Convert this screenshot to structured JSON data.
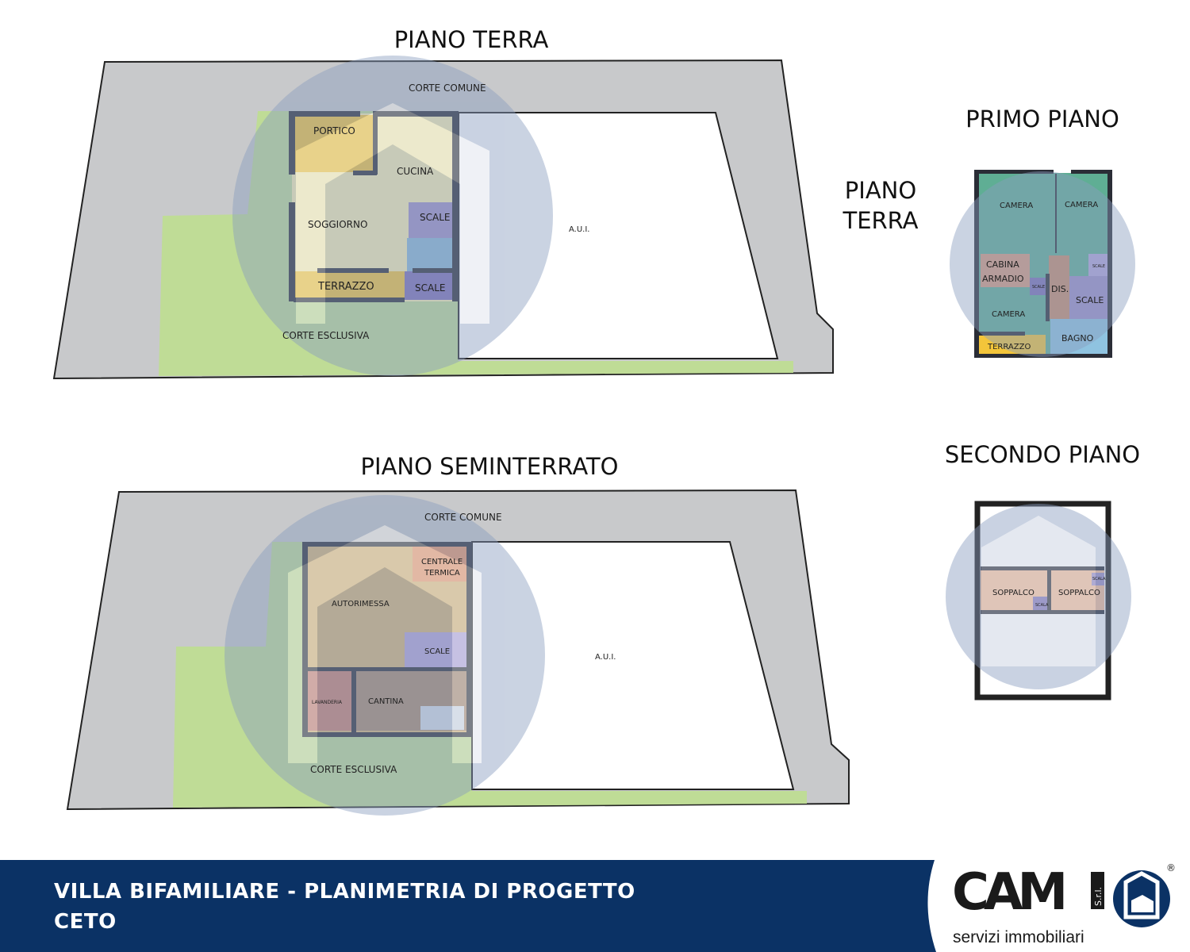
{
  "titles": {
    "piano_terra": "PIANO TERRA",
    "primo_piano": "PRIMO PIANO",
    "piano_terra_side_1": "PIANO",
    "piano_terra_side_2": "TERRA",
    "piano_seminterrato": "PIANO SEMINTERRATO",
    "secondo_piano": "SECONDO PIANO"
  },
  "piano_terra": {
    "corte_comune": "CORTE COMUNE",
    "corte_esclusiva": "CORTE ESCLUSIVA",
    "aui": "A.U.I.",
    "rooms": [
      "PORTICO",
      "CUCINA",
      "SOGGIORNO",
      "SCALE",
      "TERRAZZO",
      "SCALE"
    ]
  },
  "primo_piano": {
    "rooms": [
      "CAMERA",
      "CAMERA",
      "CABINA",
      "ARMADIO",
      "SCALE",
      "DIS.",
      "SCALE",
      "SCALE",
      "CAMERA",
      "TERRAZZO",
      "BAGNO"
    ]
  },
  "piano_seminterrato": {
    "corte_comune": "CORTE COMUNE",
    "corte_esclusiva": "CORTE ESCLUSIVA",
    "aui": "A.U.I.",
    "rooms": [
      "CENTRALE",
      "TERMICA",
      "AUTORIMESSA",
      "SCALE",
      "LAVANDERIA",
      "CANTINA"
    ]
  },
  "secondo_piano": {
    "rooms": [
      "SOPPALCO",
      "SOPPALCO",
      "SCALA",
      "SCALA"
    ]
  },
  "footer": {
    "line1": "VILLA BIFAMILIARE - PLANIMETRIA DI PROGETTO",
    "line2": "CETO",
    "logo_text": "CAM",
    "logo_srl": "S.r.l.",
    "logo_tagline": "servizi immobiliari",
    "logo_registered": "®"
  },
  "colors": {
    "navy": "#0b3265",
    "gray": "#c8c9cb",
    "green": "#bfdc96",
    "watermark": "#8a9dbf"
  }
}
